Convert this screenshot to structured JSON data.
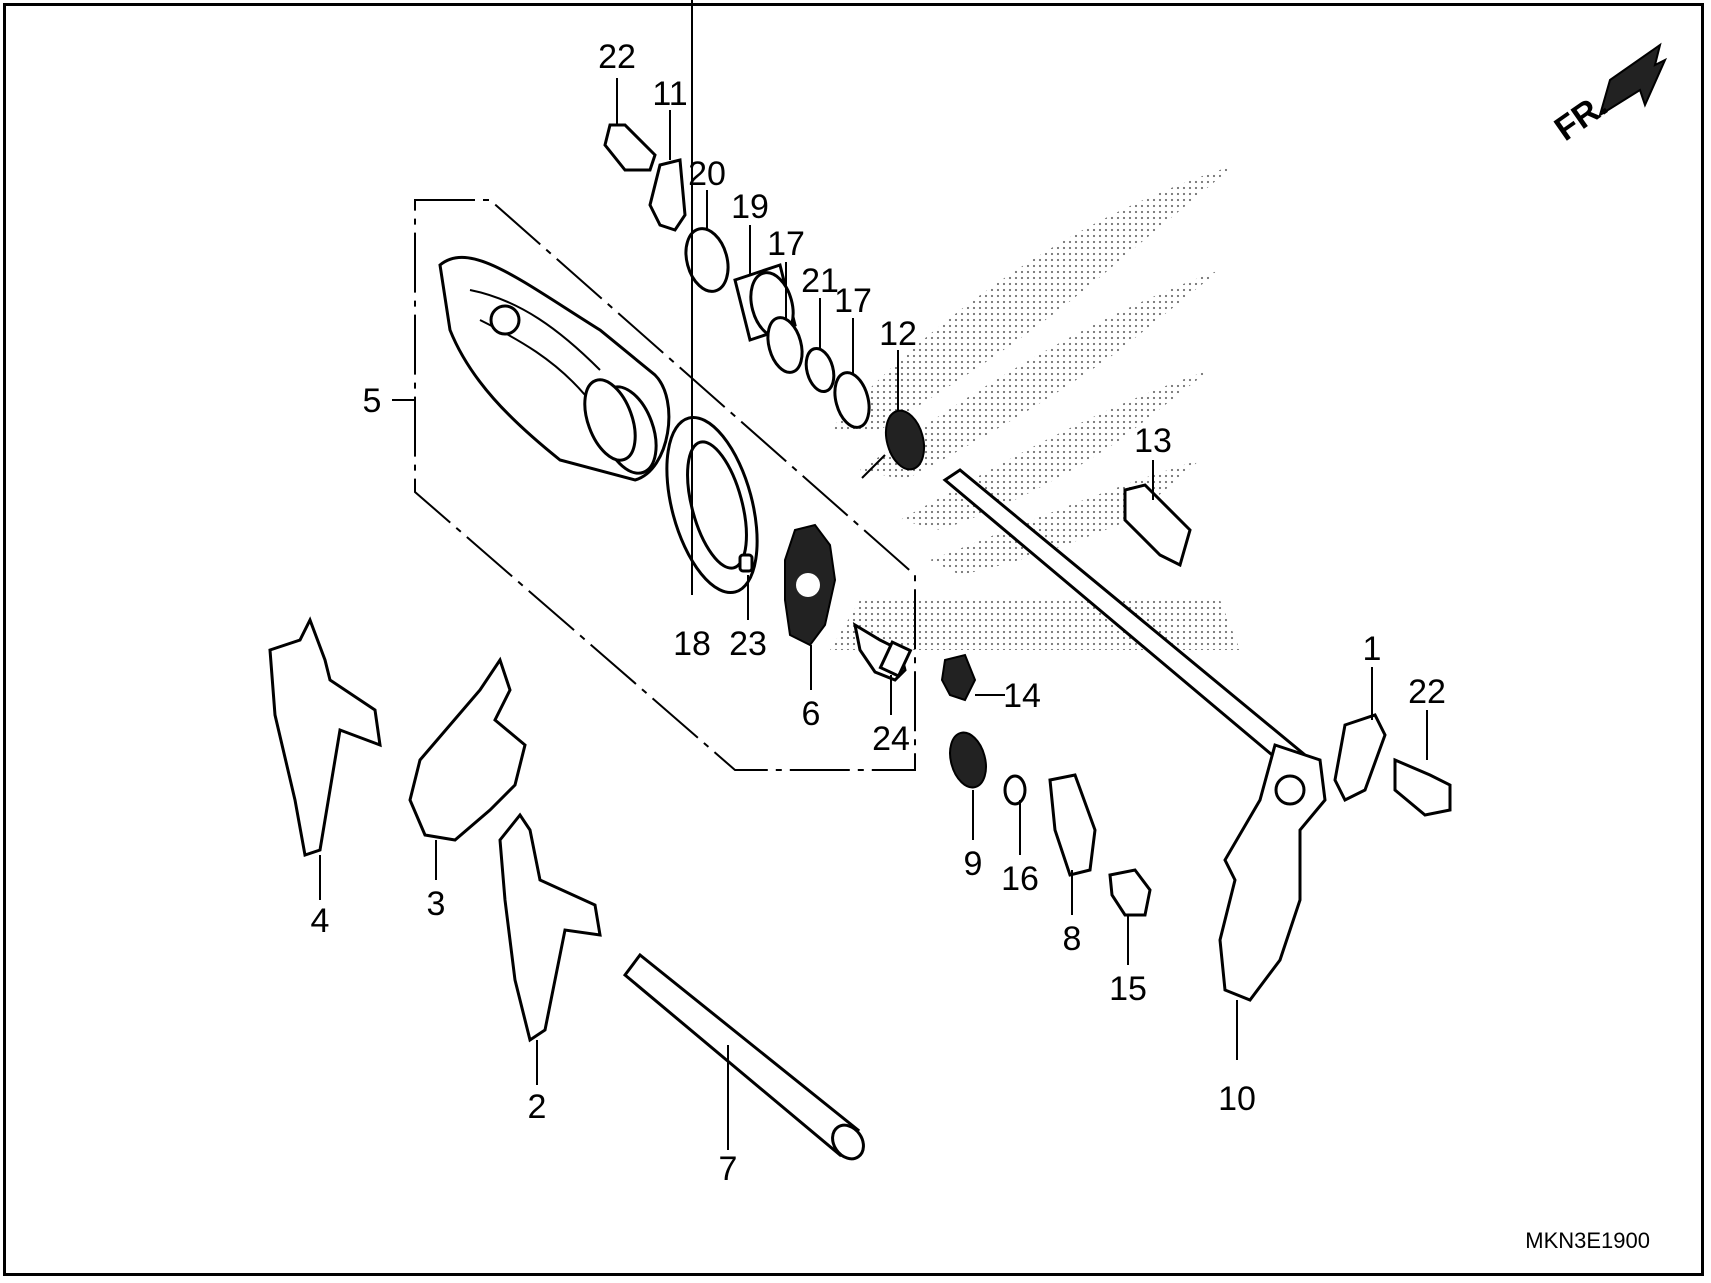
{
  "direction_indicator": {
    "label": "FR."
  },
  "diagram_code": "MKN3E1900",
  "callouts": {
    "c22a": "22",
    "c11": "11",
    "c20": "20",
    "c19": "19",
    "c17a": "17",
    "c21": "21",
    "c17b": "17",
    "c12": "12",
    "c5": "5",
    "c13": "13",
    "c18": "18",
    "c23": "23",
    "c6": "6",
    "c24": "24",
    "c14": "14",
    "c1": "1",
    "c22b": "22",
    "c9": "9",
    "c16": "16",
    "c8": "8",
    "c15": "15",
    "c10": "10",
    "c4": "4",
    "c3": "3",
    "c2": "2",
    "c7": "7"
  }
}
